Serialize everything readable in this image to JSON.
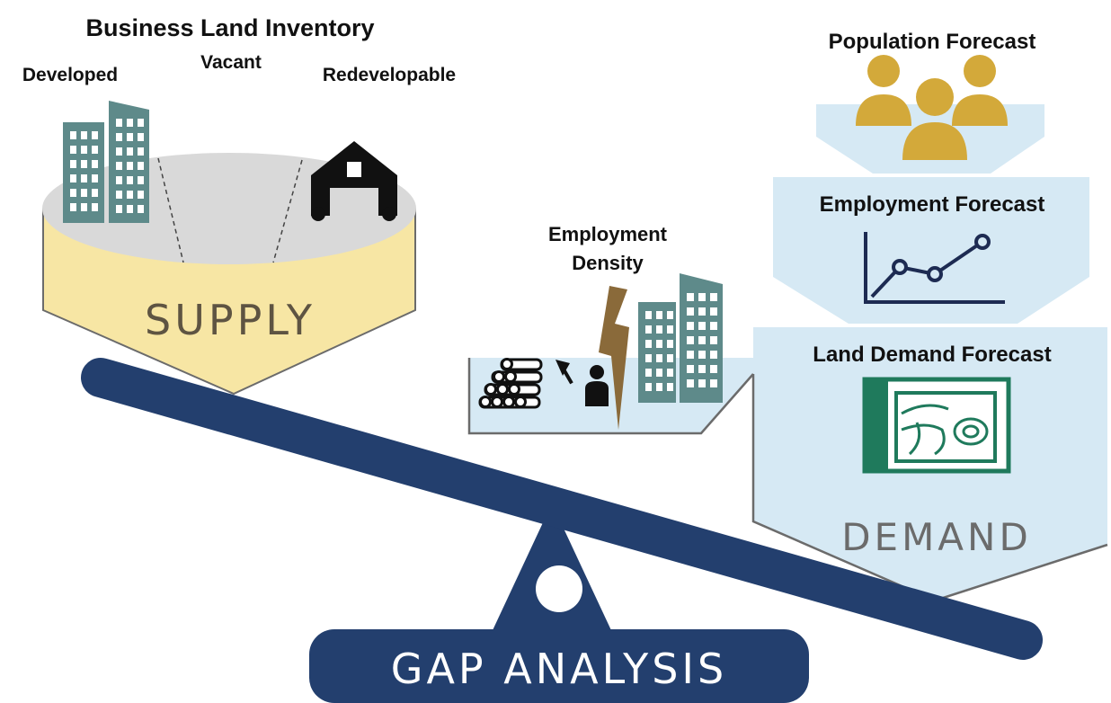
{
  "supply": {
    "title": "Business Land Inventory",
    "categories": [
      "Developed",
      "Vacant",
      "Redevelopable"
    ],
    "label": "SUPPLY"
  },
  "demand": {
    "population_forecast": "Population Forecast",
    "employment_forecast": "Employment Forecast",
    "employment_density": [
      "Employment",
      "Density"
    ],
    "land_demand_forecast": "Land Demand Forecast",
    "label": "DEMAND"
  },
  "gap": {
    "label": "GAP ANALYSIS"
  },
  "colors": {
    "navy": "#233f6e",
    "supply_fill": "#f7e6a4",
    "supply_stroke": "#6b6b6b",
    "dish_grey": "#d9d9d9",
    "demand_fill": "#d6e9f4",
    "building_teal": "#5e8a8a",
    "people_gold": "#d3a93a",
    "chart_navy": "#1d2b52",
    "map_green": "#1f7a5c",
    "lightning_brown": "#8a6a3a"
  }
}
